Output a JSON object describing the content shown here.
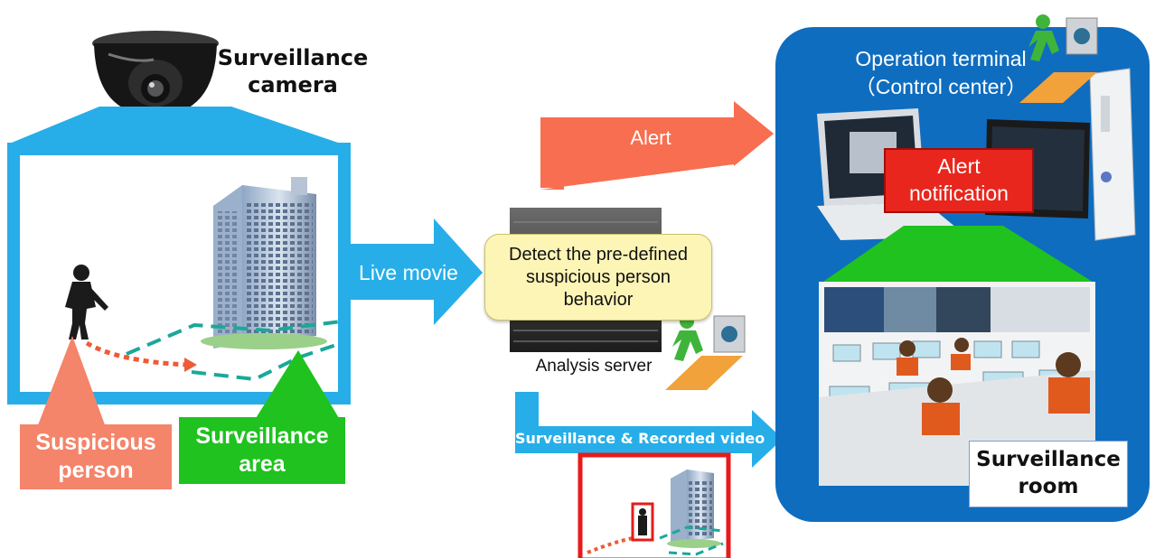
{
  "labels": {
    "camera": "Surveillance\ncamera",
    "live_movie": "Live movie",
    "alert": "Alert",
    "suspicious_person": "Suspicious\nperson",
    "surveillance_area": "Surveillance\narea",
    "detect": "Detect the pre-defined\nsuspicious person\nbehavior",
    "analysis_server": "Analysis server",
    "recorded_video": "Surveillance & Recorded video",
    "operation_terminal": "Operation terminal\n（Control center）",
    "alert_notification": "Alert\nnotification",
    "surveillance_room": "Surveillance\nroom"
  },
  "colors": {
    "camera_frame": "#27aee8",
    "alert_arrow": "#f86e50",
    "suspicious": "#f4846a",
    "area": "#1fc21f",
    "terminal_panel": "#0f6dbf",
    "alert_box": "#e8261d",
    "detect_box": "#fdf5b6",
    "evidence_frame": "#e61b1b"
  }
}
